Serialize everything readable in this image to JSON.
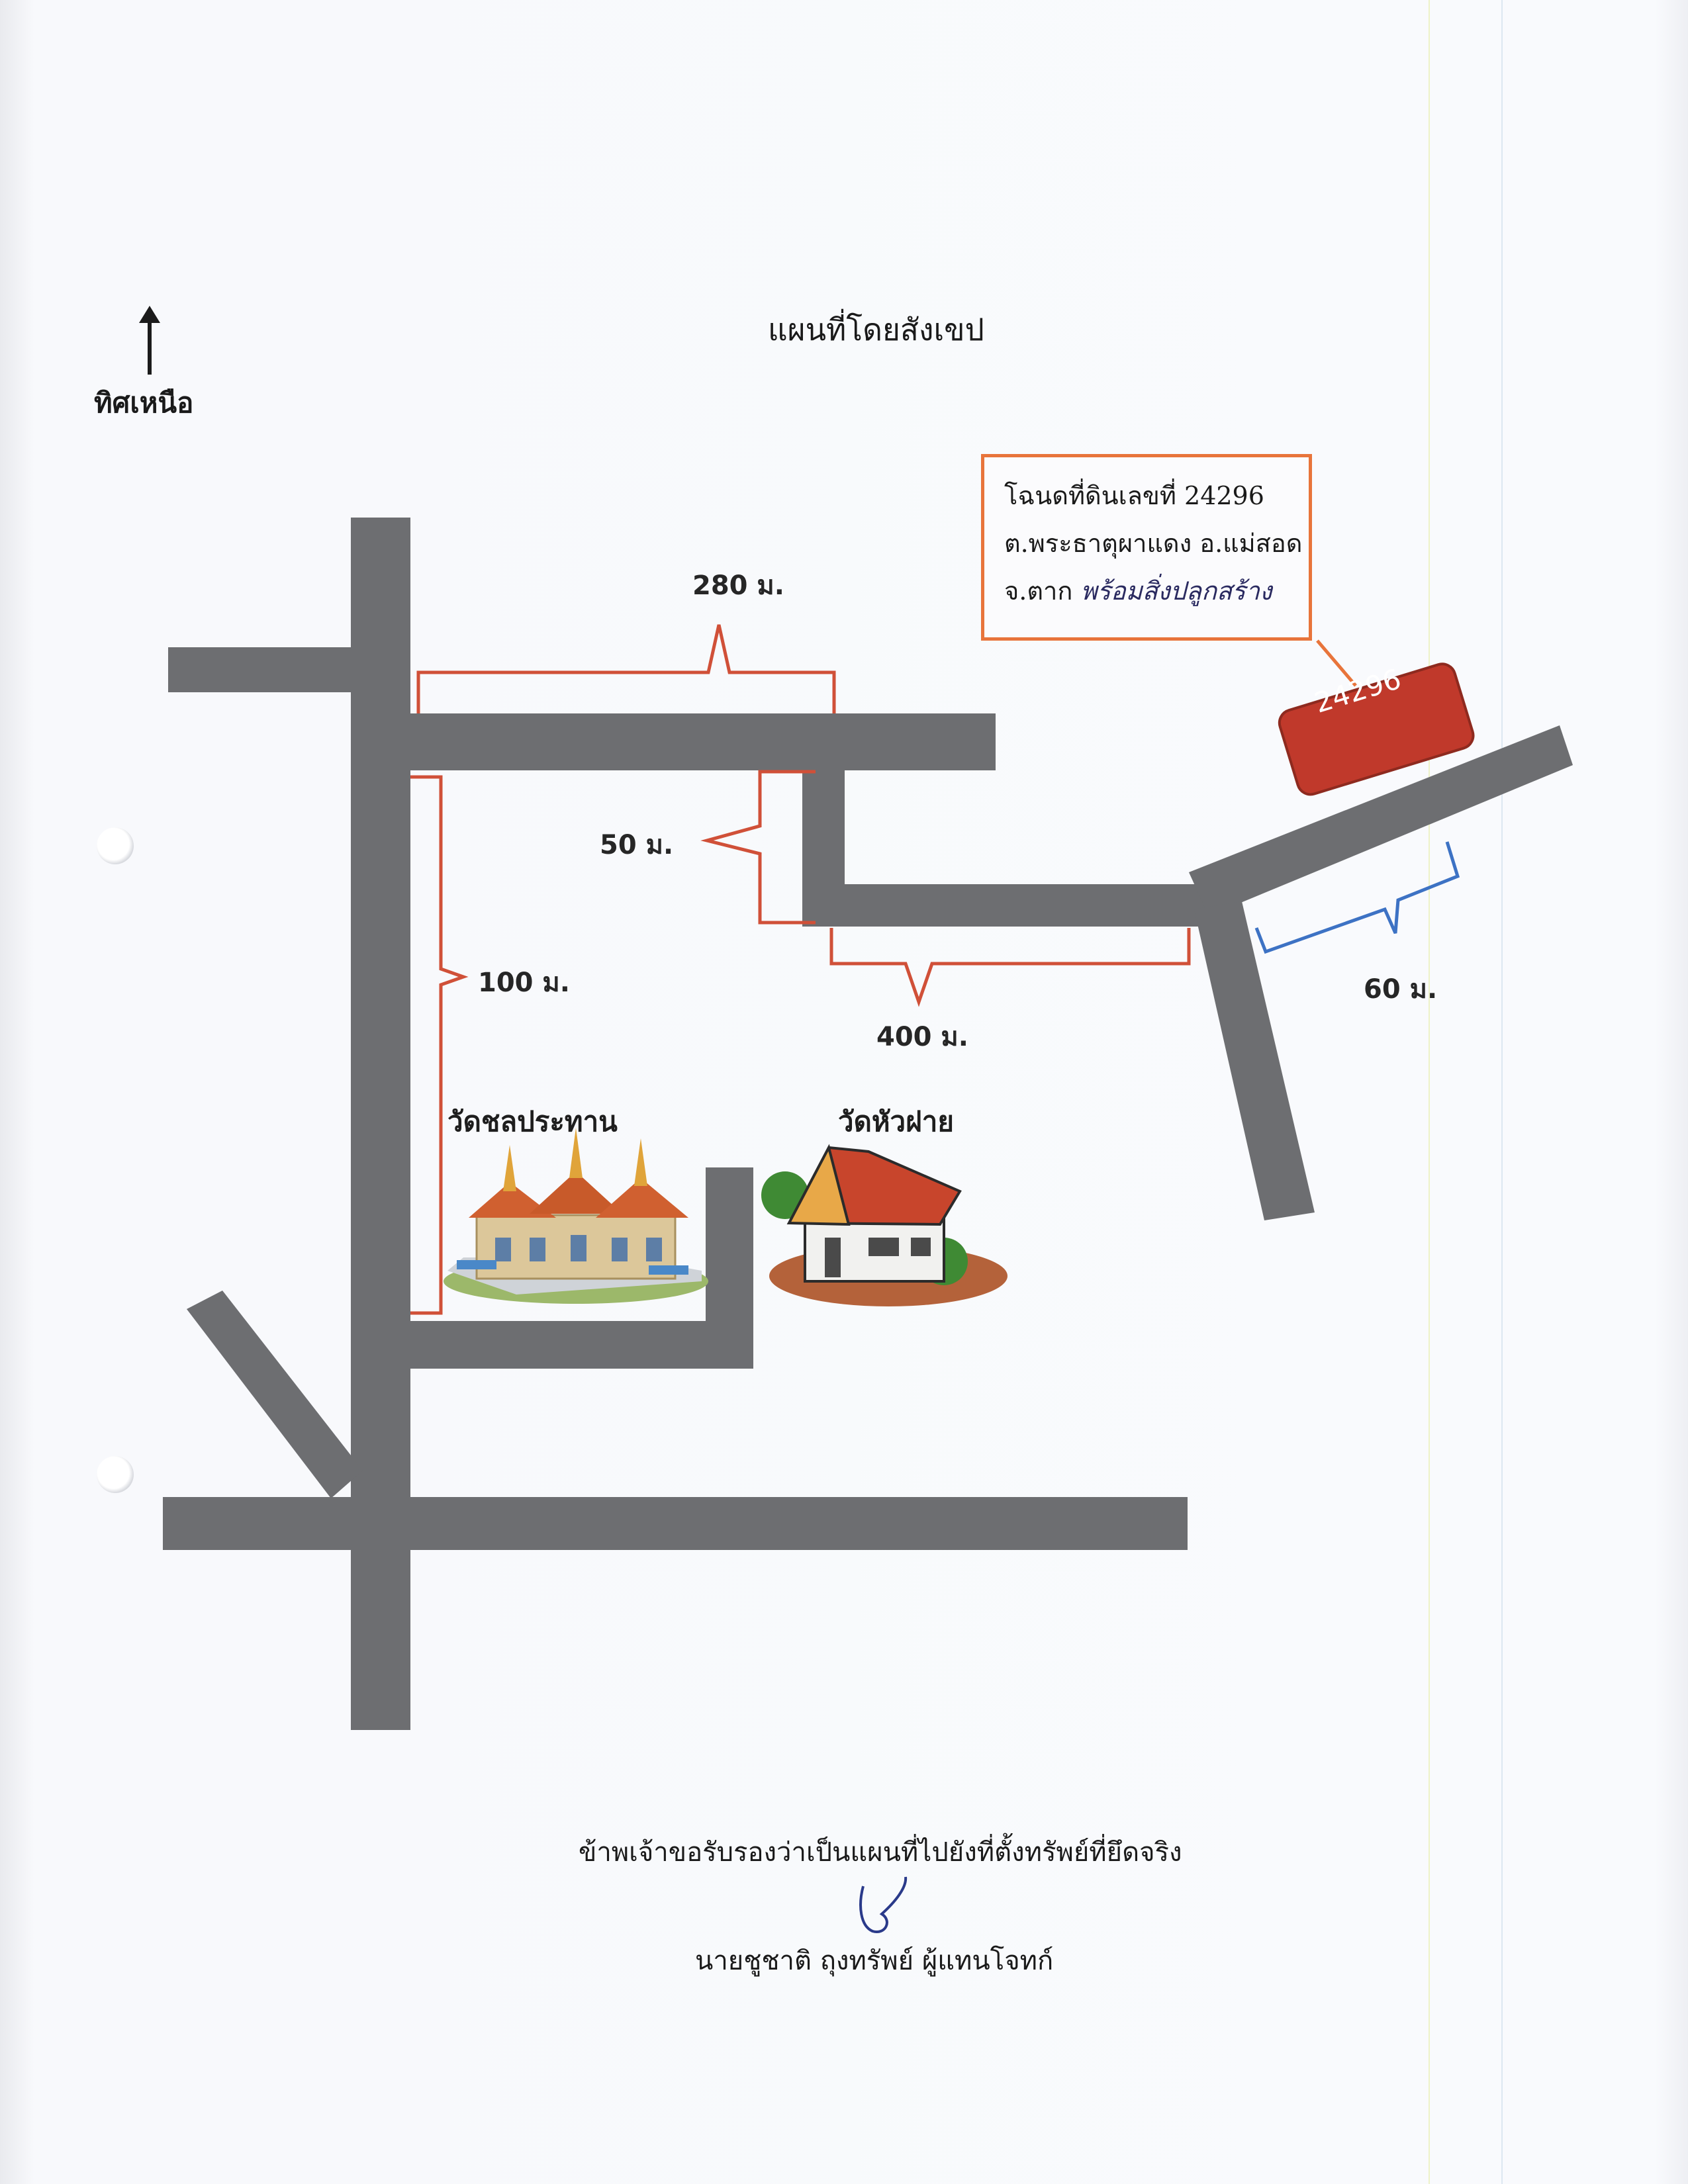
{
  "title": "แผนที่โดยสังเขป",
  "north": {
    "label": "ทิศเหนือ",
    "icon": "north-arrow-icon"
  },
  "deed_box": {
    "line1": "โฉนดที่ดินเลขที่ 24296",
    "line2": "ต.พระธาตุผาแดง อ.แม่สอด",
    "line3_printed": "จ.ตาก",
    "line3_handwritten": "พร้อมสิ่งปลูกสร้าง"
  },
  "parcel_marker": {
    "number": "24296",
    "color": "#c0392b"
  },
  "distances": {
    "d280": "280 ม.",
    "d50": "50 ม.",
    "d100": "100 ม.",
    "d400": "400 ม.",
    "d60": "60 ม."
  },
  "landmarks": {
    "temple_left": "วัดชลประทาน",
    "temple_right": "วัดหัวฝาย"
  },
  "footer": {
    "certify": "ข้าพเจ้าขอรับรองว่าเป็นแผนที่ไปยังที่ตั้งทรัพย์ที่ยึดจริง",
    "signer": "นายชูชาติ ถุงทรัพย์ ผู้แทนโจทก์"
  },
  "colors": {
    "road": "#6d6e71",
    "bracket_red": "#d05038",
    "bracket_blue": "#3d72c4",
    "deed_border": "#e8743b"
  }
}
